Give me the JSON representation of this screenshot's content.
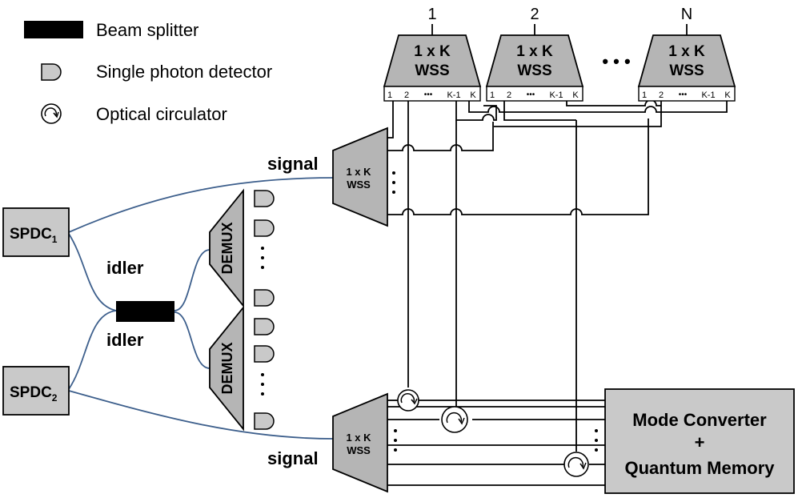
{
  "legend": {
    "beam_splitter": "Beam splitter",
    "detector": "Single photon detector",
    "circulator": "Optical circulator"
  },
  "sources": {
    "spdc1": "SPDC",
    "spdc1_sub": "1",
    "spdc2": "SPDC",
    "spdc2_sub": "2"
  },
  "labels": {
    "signal_top": "signal",
    "signal_bottom": "signal",
    "idler_top": "idler",
    "idler_bottom": "idler",
    "demux": "DEMUX"
  },
  "wss": {
    "line1": "1 x K",
    "line2": "WSS",
    "ports": [
      "1",
      "2",
      "•••",
      "K-1",
      "K"
    ],
    "top_indices": [
      "1",
      "2",
      "N"
    ],
    "ellipsis": "• • •"
  },
  "memory": {
    "line1": "Mode Converter",
    "line2": "+",
    "line3": "Quantum Memory"
  }
}
